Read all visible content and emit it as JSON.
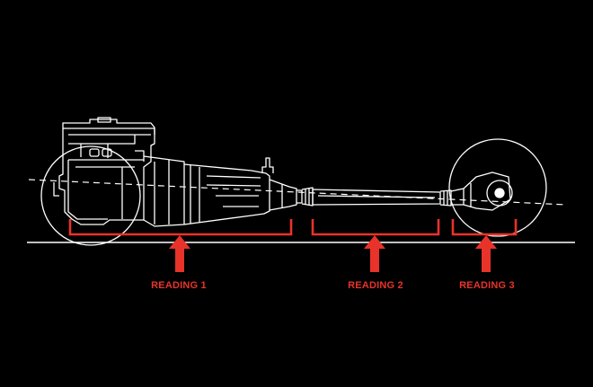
{
  "colors": {
    "background": "#000000",
    "line_art": "#ffffff",
    "accent": "#e8332a"
  },
  "readings": [
    {
      "label": "READING 1"
    },
    {
      "label": "READING 2"
    },
    {
      "label": "READING 3"
    }
  ]
}
